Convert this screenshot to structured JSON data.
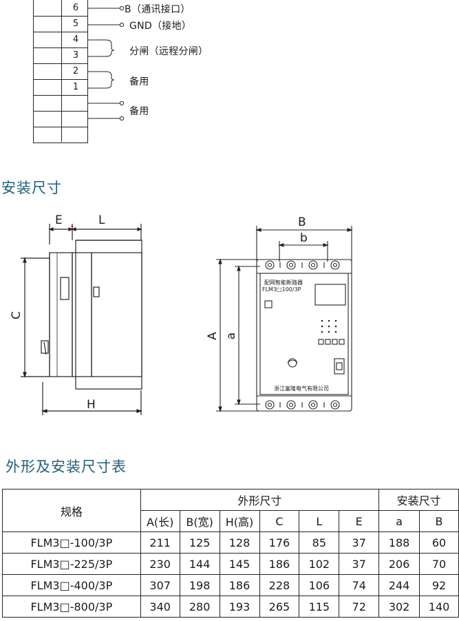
{
  "terminal": {
    "numbers": [
      "6",
      "5",
      "4",
      "3",
      "2",
      "1"
    ],
    "labels": {
      "b": "B（通讯接口）",
      "gnd": "GND（接地）",
      "trip": "分闸（远程分闸）",
      "spare1": "备用",
      "spare2": "备用"
    }
  },
  "section1": {
    "title": "安装尺寸"
  },
  "dims": {
    "E": "E",
    "L": "L",
    "C": "C",
    "H": "H",
    "B": "B",
    "b": "b",
    "A": "A",
    "a": "a"
  },
  "device": {
    "name": "配网智能断路器",
    "model": "FLM3□100/3P",
    "maker": "浙江富隆电气有限公司"
  },
  "section2": {
    "title": "外形及安装尺寸表"
  },
  "table": {
    "spec_header": "规格",
    "outline_header": "外形尺寸",
    "install_header": "安装尺寸",
    "columns": [
      "A(长)",
      "B(宽)",
      "H(高)",
      "C",
      "L",
      "E",
      "a",
      "B"
    ],
    "rows": [
      [
        "FLM3□-100/3P",
        "211",
        "125",
        "128",
        "176",
        "85",
        "37",
        "188",
        "60"
      ],
      [
        "FLM3□-225/3P",
        "230",
        "144",
        "145",
        "186",
        "102",
        "37",
        "206",
        "70"
      ],
      [
        "FLM3□-400/3P",
        "307",
        "198",
        "186",
        "228",
        "106",
        "74",
        "244",
        "92"
      ],
      [
        "FLM3□-800/3P",
        "340",
        "280",
        "193",
        "265",
        "115",
        "72",
        "302",
        "140"
      ]
    ]
  }
}
